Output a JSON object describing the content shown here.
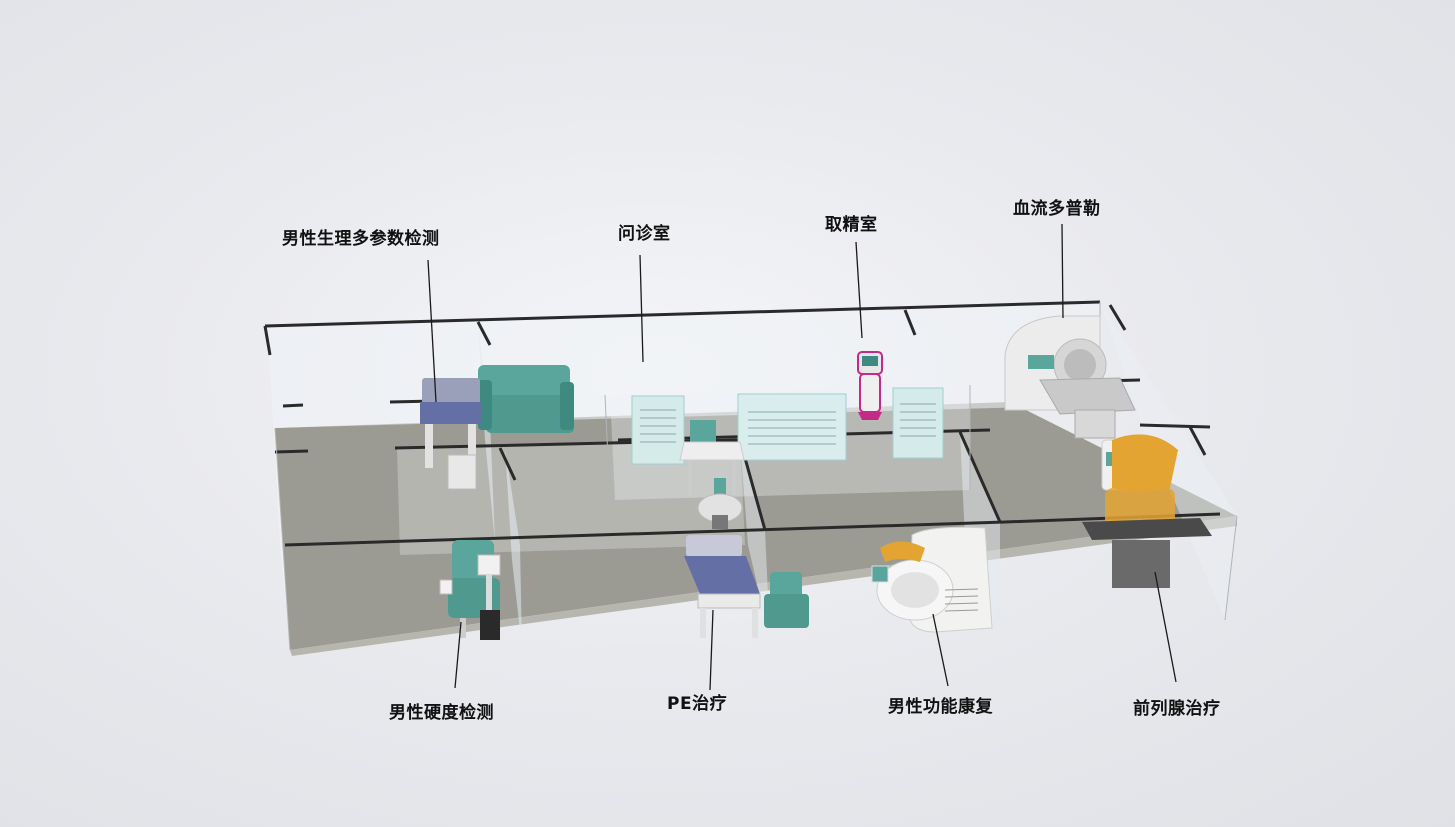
{
  "labels": {
    "physio": "男性生理多参数检测",
    "consult": "问诊室",
    "sampling": "取精室",
    "doppler": "血流多普勒",
    "rigidity": "男性硬度检测",
    "pe": "PE治疗",
    "rehab": "男性功能康复",
    "prostate": "前列腺治疗"
  },
  "colors": {
    "floor": "#9c9b93",
    "floor_edge": "#b7b6ae",
    "glass": "#e8eef3",
    "frame": "#2a2a2a",
    "teal": "#5aa59c",
    "teal_dark": "#3f8a80",
    "bed_blue": "#6470a5",
    "orange": "#e4a432",
    "white_device": "#f2f2f0",
    "magenta": "#c42b86",
    "poster": "#d8ecec"
  },
  "icons": [
    "sofa-icon",
    "bed-icon",
    "chair-icon",
    "robot-icon",
    "mri-scanner-icon",
    "rehab-device-icon",
    "prostate-device-icon",
    "ultrasound-cart-icon"
  ]
}
